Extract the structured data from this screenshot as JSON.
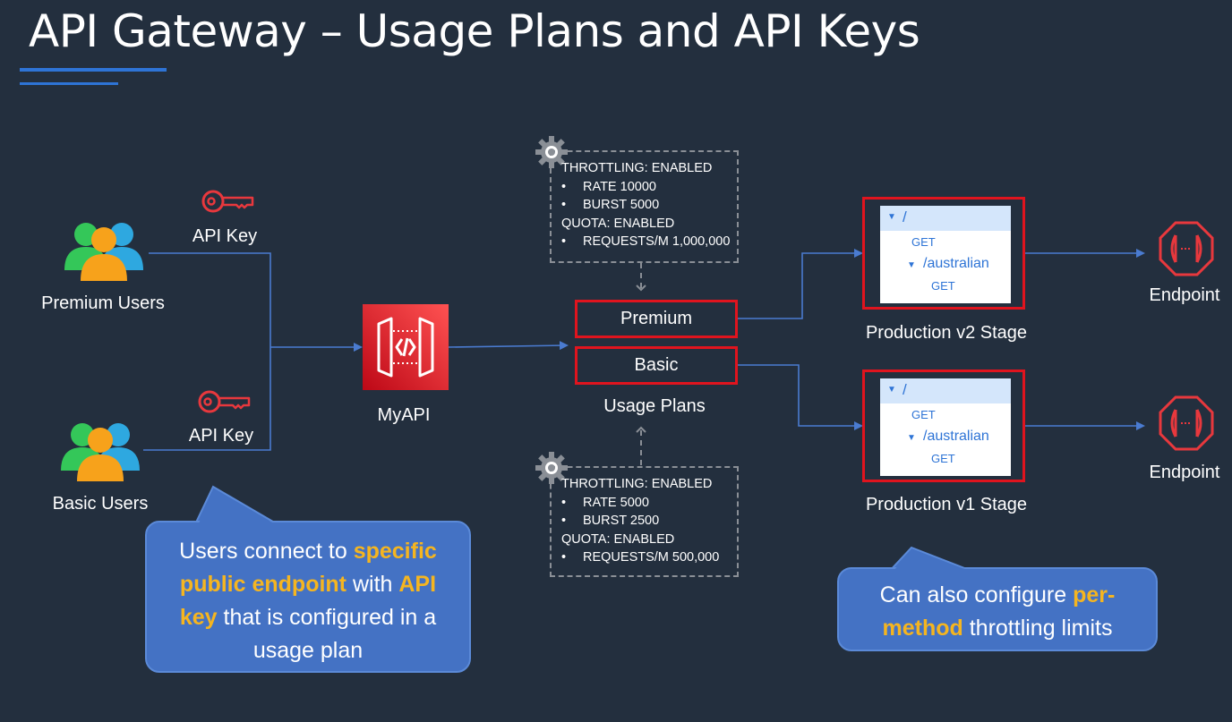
{
  "title": "API Gateway – Usage Plans and API Keys",
  "premium_users": {
    "label": "Premium Users",
    "api_key_label": "API Key"
  },
  "basic_users": {
    "label": "Basic Users",
    "api_key_label": "API Key"
  },
  "api": {
    "label": "MyAPI"
  },
  "usage_plans": {
    "label": "Usage Plans",
    "premium": "Premium",
    "basic": "Basic"
  },
  "premium_throttle": {
    "throttling": "THROTTLING: ENABLED",
    "rate": "RATE 10000",
    "burst": "BURST 5000",
    "quota": "QUOTA: ENABLED",
    "requests": "REQUESTS/M 1,000,000"
  },
  "basic_throttle": {
    "throttling": "THROTTLING: ENABLED",
    "rate": "RATE 5000",
    "burst": "BURST 2500",
    "quota": "QUOTA: ENABLED",
    "requests": "REQUESTS/M 500,000"
  },
  "bullet": "•",
  "stage_v2": {
    "label": "Production v2 Stage",
    "root": "/",
    "get1": "GET",
    "resource": "/australian",
    "get2": "GET"
  },
  "stage_v1": {
    "label": "Production v1 Stage",
    "root": "/",
    "get1": "GET",
    "resource": "/australian",
    "get2": "GET"
  },
  "endpoint_top": {
    "label": "Endpoint"
  },
  "endpoint_bottom": {
    "label": "Endpoint"
  },
  "callout_left": {
    "p1": "Users connect to ",
    "h1": "specific public endpoint",
    "p2": " with ",
    "h2": "API key",
    "p3": " that is configured in a usage plan"
  },
  "callout_right": {
    "p1": "Can also configure ",
    "h1": "per-method",
    "p2": " throttling limits"
  },
  "colors": {
    "background": "#232f3e",
    "accent_red": "#e0141e",
    "line_blue": "#4a7bd0",
    "highlight": "#f5b520",
    "callout": "#4472c4"
  }
}
